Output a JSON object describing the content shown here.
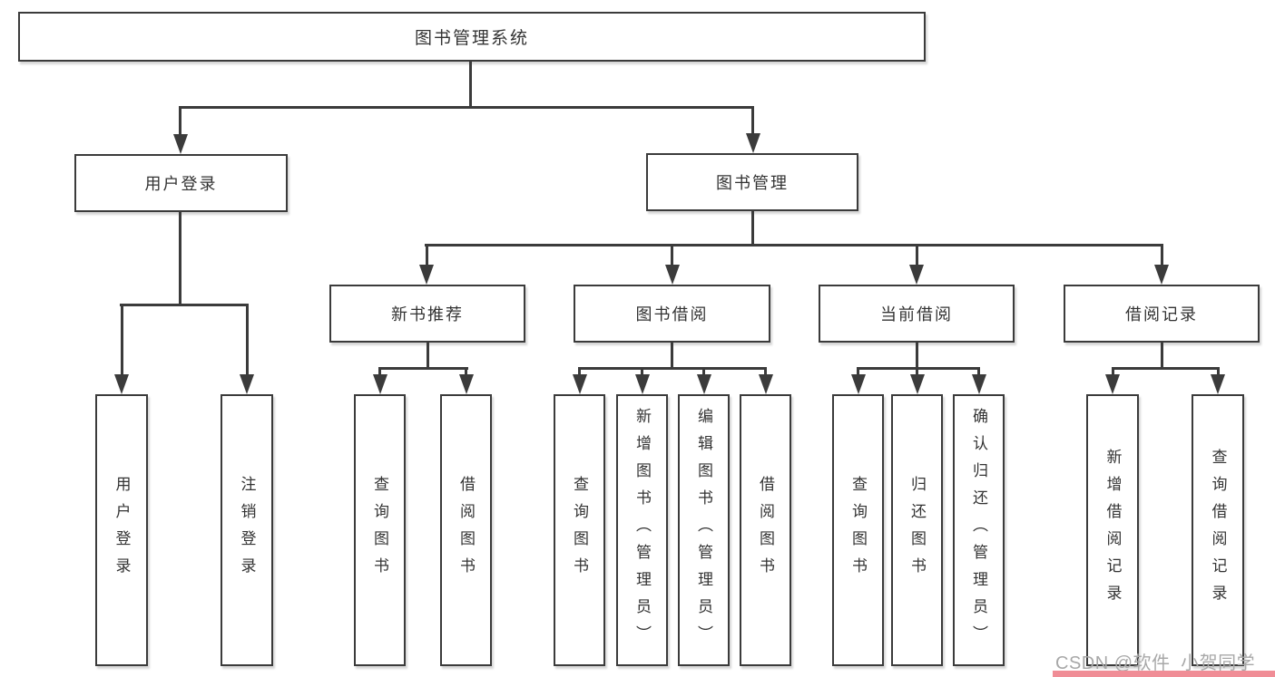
{
  "diagram": {
    "type": "hierarchy-tree",
    "title": "图书管理系统",
    "colors": {
      "line": "#3b3b3b",
      "box_border": "#3b3b3b",
      "text": "#333333",
      "background": "#ffffff",
      "watermark_text": "#a8a8a8",
      "watermark_bar": "#f08d96"
    },
    "nodes": {
      "root": {
        "label": "图书管理系统"
      },
      "level2": [
        {
          "label": "用户登录",
          "parent": "图书管理系统"
        },
        {
          "label": "图书管理",
          "parent": "图书管理系统"
        }
      ],
      "level3": [
        {
          "label": "新书推荐",
          "parent": "图书管理"
        },
        {
          "label": "图书借阅",
          "parent": "图书管理"
        },
        {
          "label": "当前借阅",
          "parent": "图书管理"
        },
        {
          "label": "借阅记录",
          "parent": "图书管理"
        }
      ],
      "leaves": [
        {
          "label": "用户登录",
          "parent": "用户登录"
        },
        {
          "label": "注销登录",
          "parent": "用户登录"
        },
        {
          "label": "查询图书",
          "parent": "新书推荐"
        },
        {
          "label": "借阅图书",
          "parent": "新书推荐"
        },
        {
          "label": "查询图书",
          "parent": "图书借阅"
        },
        {
          "label": "新增图书（管理员）",
          "parent": "图书借阅"
        },
        {
          "label": "编辑图书（管理员）",
          "parent": "图书借阅"
        },
        {
          "label": "借阅图书",
          "parent": "图书借阅"
        },
        {
          "label": "查询图书",
          "parent": "当前借阅"
        },
        {
          "label": "归还图书",
          "parent": "当前借阅"
        },
        {
          "label": "确认归还（管理员）",
          "parent": "当前借阅"
        },
        {
          "label": "新增借阅记录",
          "parent": "借阅记录"
        },
        {
          "label": "查询借阅记录",
          "parent": "借阅记录"
        }
      ]
    },
    "watermark": {
      "text": "CSDN @软件_小贺同学"
    }
  }
}
